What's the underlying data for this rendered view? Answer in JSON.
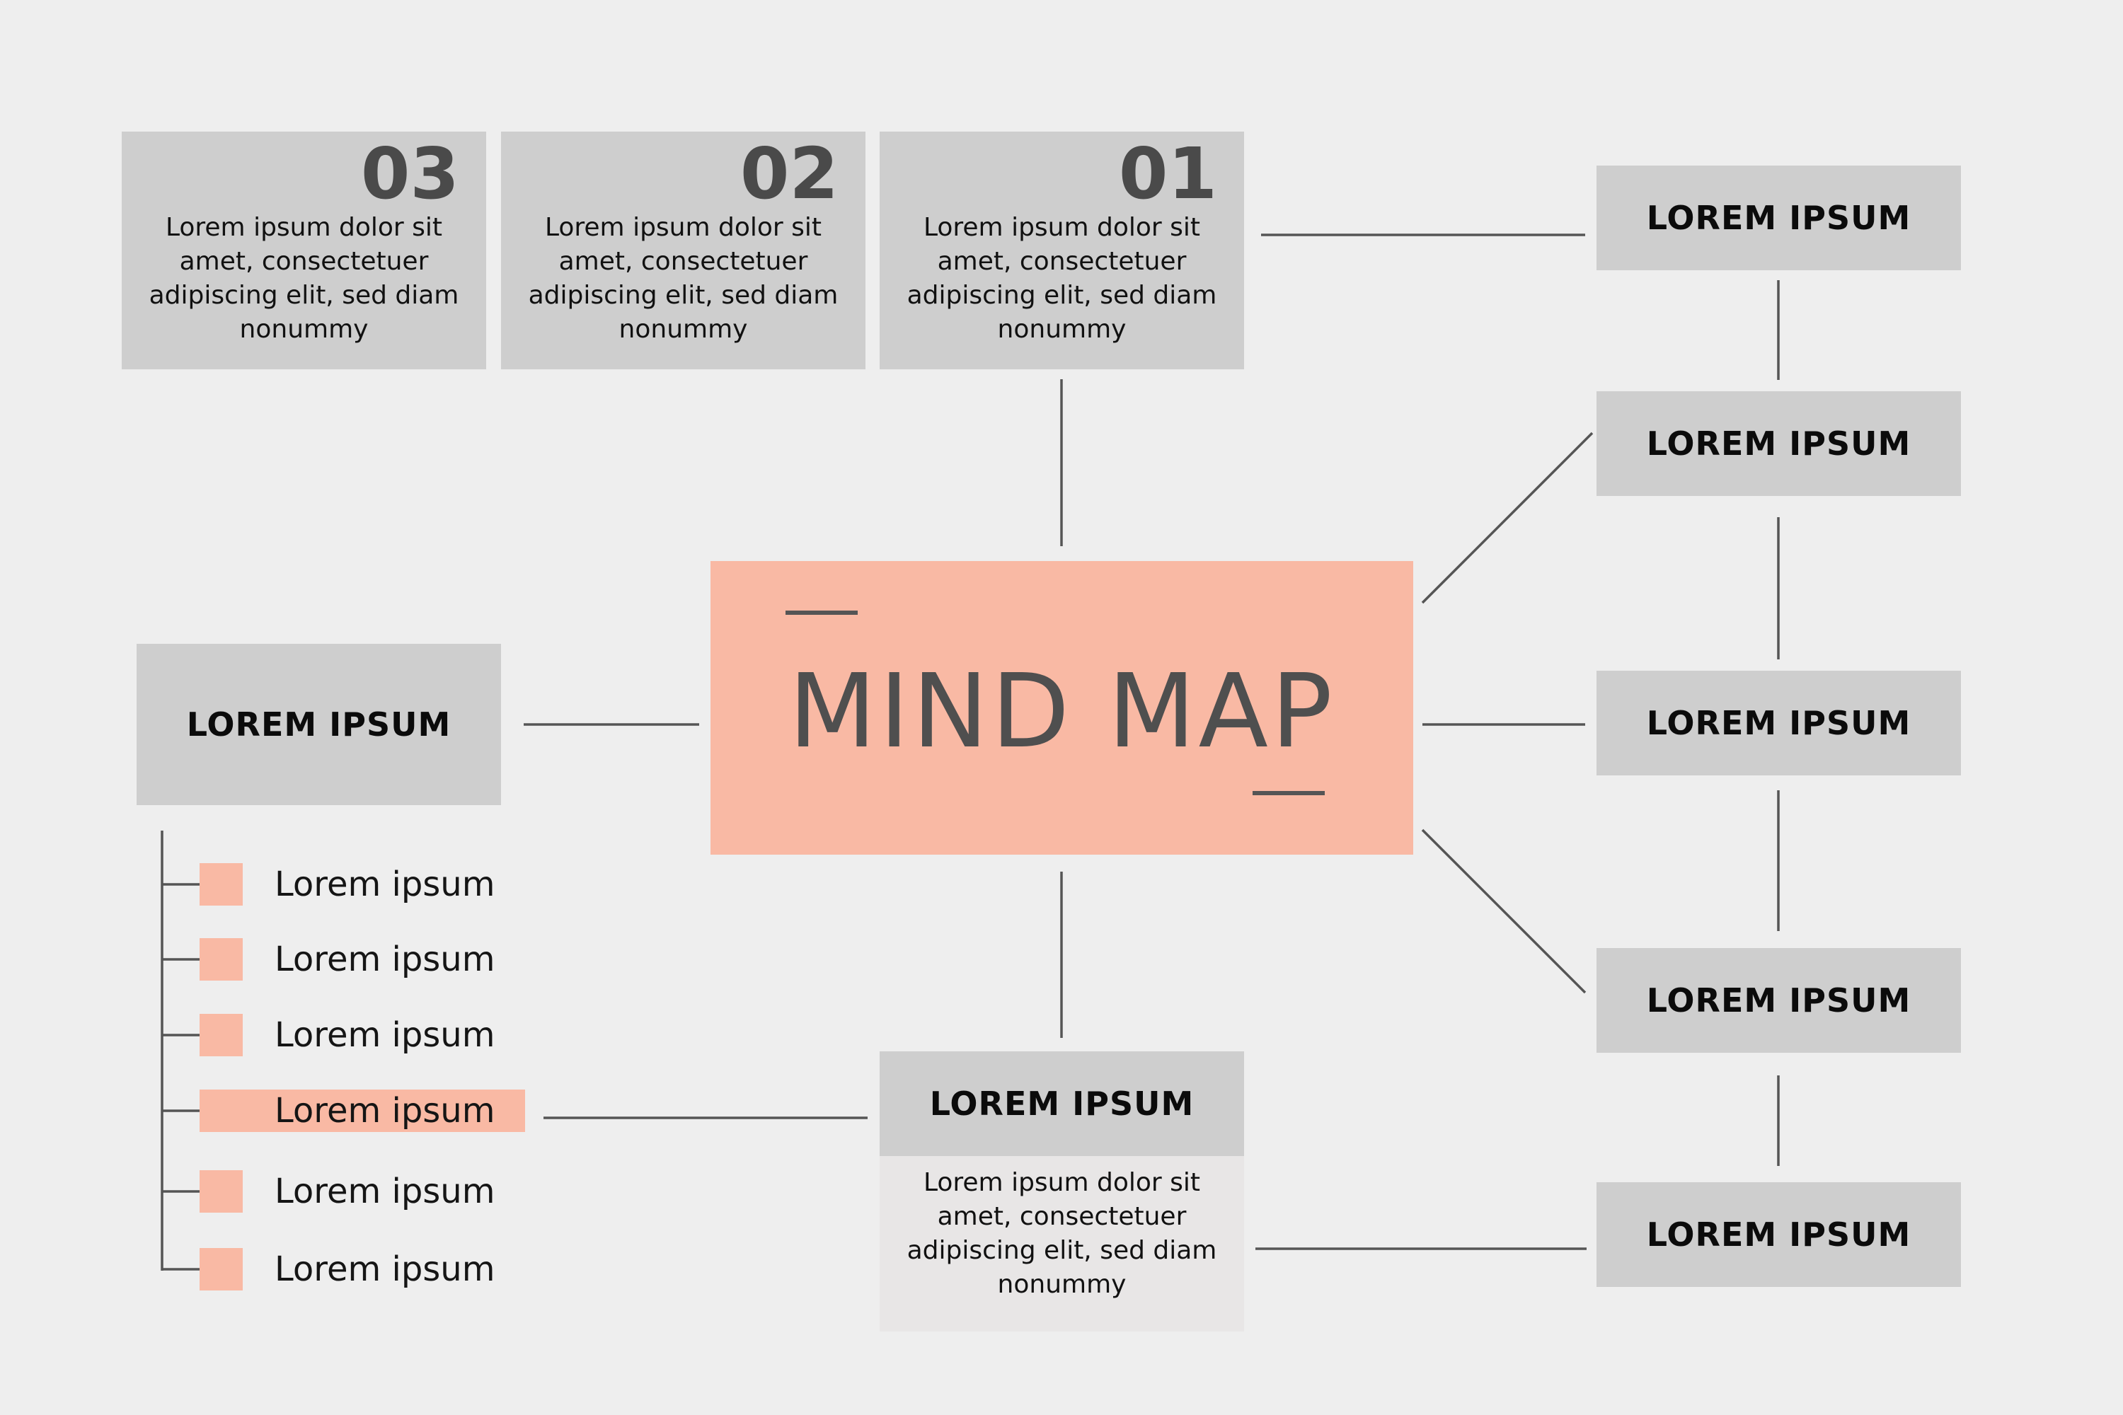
{
  "cards": [
    {
      "number": "03",
      "text": "Lorem ipsum dolor sit amet, consectetuer adipiscing elit, sed diam nonummy"
    },
    {
      "number": "02",
      "text": "Lorem ipsum dolor sit amet, consectetuer adipiscing elit, sed diam nonummy"
    },
    {
      "number": "01",
      "text": "Lorem ipsum dolor sit amet, consectetuer adipiscing elit, sed diam nonummy"
    }
  ],
  "center": {
    "title": "MIND MAP"
  },
  "left_box": {
    "label": "LOREM IPSUM"
  },
  "left_list": [
    "Lorem ipsum",
    "Lorem ipsum",
    "Lorem ipsum",
    "Lorem ipsum",
    "Lorem ipsum",
    "Lorem ipsum"
  ],
  "bottom_card": {
    "label": "LOREM IPSUM",
    "text": "Lorem ipsum dolor sit amet, consectetuer adipiscing elit, sed diam nonummy"
  },
  "right_boxes": [
    "LOREM IPSUM",
    "LOREM IPSUM",
    "LOREM IPSUM",
    "LOREM IPSUM",
    "LOREM IPSUM"
  ],
  "colors": {
    "background": "#eeeeee",
    "box": "#cecece",
    "accent": "#f9b9a4",
    "line": "#555555"
  }
}
